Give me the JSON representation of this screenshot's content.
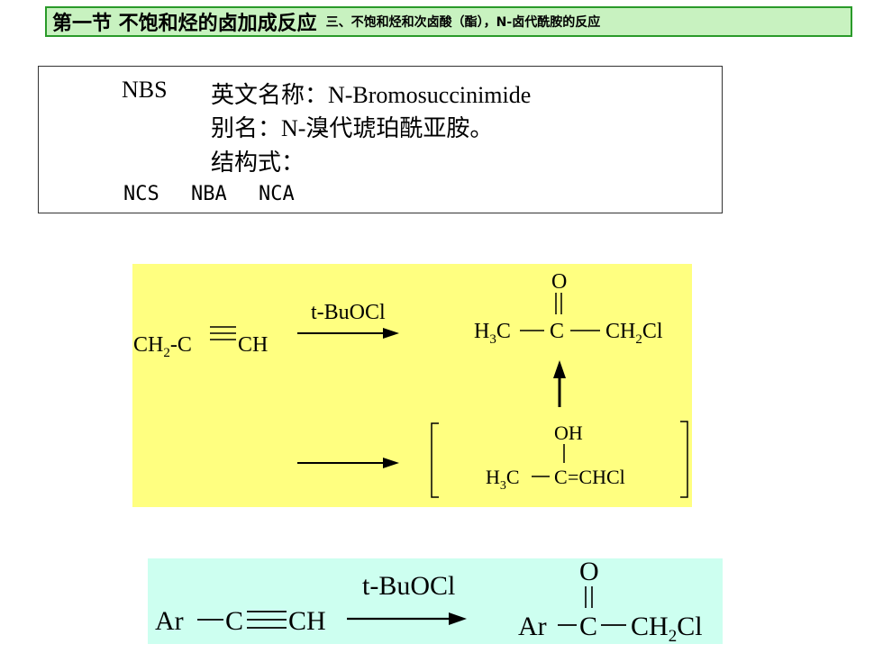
{
  "header": {
    "title": "第一节 不饱和烃的卤加成反应",
    "subtitle": "三、不饱和烃和次卤酸（酯），N-卤代酰胺的反应"
  },
  "info": {
    "abbr": "NBS",
    "english_name": "英文名称：N-Bromosuccinimide",
    "alias": "别名：N-溴代琥珀酰亚胺。",
    "structure_label": "结构式：",
    "others": [
      "NCS",
      "NBA",
      "NCA"
    ]
  },
  "reaction1": {
    "reagent": "t-BuOCl",
    "reactant": "CH2-C≡CH",
    "product_o": "O",
    "product_h3c": "H3C",
    "product_c": "C",
    "product_ch2cl": "CH2Cl",
    "intermediate_oh": "OH",
    "intermediate_h3c": "H3C",
    "intermediate_c": "C",
    "intermediate_chcl": "=CHCl"
  },
  "reaction2": {
    "reagent": "t-BuOCl",
    "reactant_ar": "Ar",
    "reactant_c": "C",
    "reactant_ch": "CH",
    "product_o": "O",
    "product_ar": "Ar",
    "product_c": "C",
    "product_ch2cl": "CH2Cl"
  },
  "colors": {
    "header_bg": "#c8f2c0",
    "header_border": "#2a9a2a",
    "yellow_panel": "#ffff80",
    "cyan_panel": "#cdfff0"
  }
}
